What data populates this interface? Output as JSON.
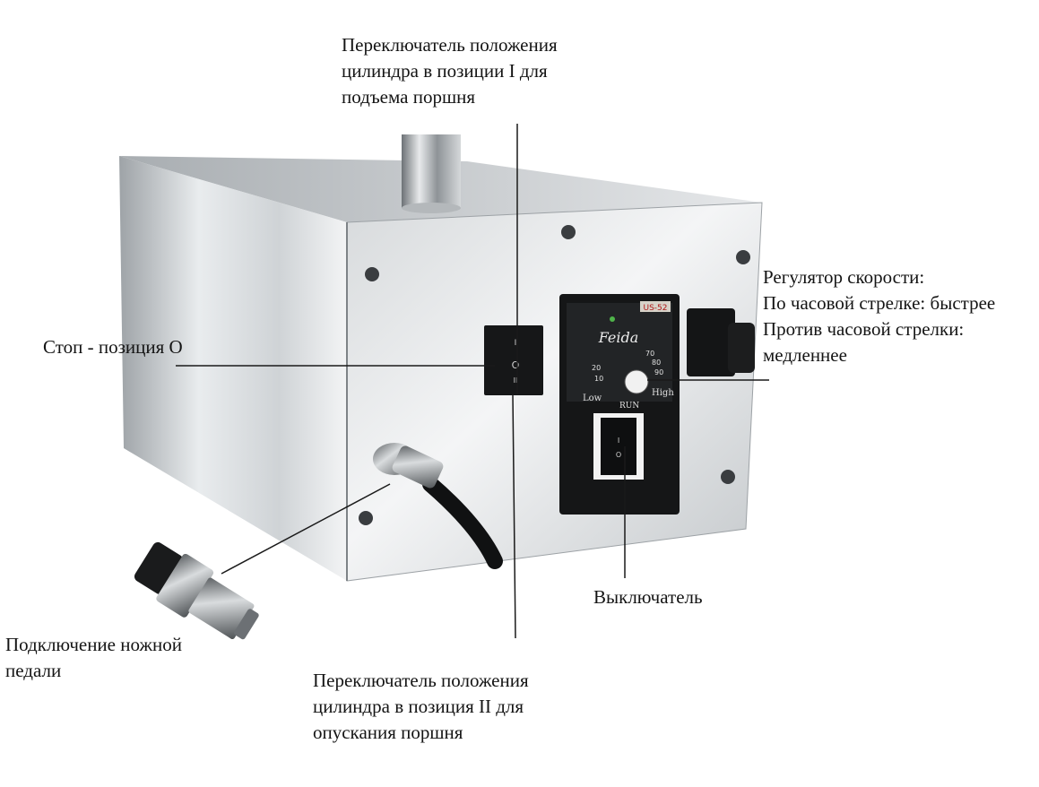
{
  "labels": {
    "top_switch": [
      "Переключатель положения",
      "цилиндра в позиции I для",
      "подъема поршня"
    ],
    "stop": "Стоп - позиция O",
    "speed": [
      "Регулятор скорости:",
      "По часовой стрелке: быстрее",
      "Против часовой стрелки:",
      "медленнее"
    ],
    "power_switch": "Выключатель",
    "pedal": [
      "Подключение ножной",
      "педали"
    ],
    "bottom_switch": [
      "Переключатель положения",
      "цилиндра в позиция II для",
      "опускания поршня"
    ]
  },
  "controller": {
    "brand": "Feida",
    "model": "US-52",
    "low": "Low",
    "high": "High",
    "run": "RUN",
    "ticks": [
      "10",
      "20",
      "70",
      "80",
      "90"
    ]
  },
  "rocker_switch": {
    "top_mark": "I",
    "mid_mark": "O",
    "bottom_mark": "II"
  }
}
